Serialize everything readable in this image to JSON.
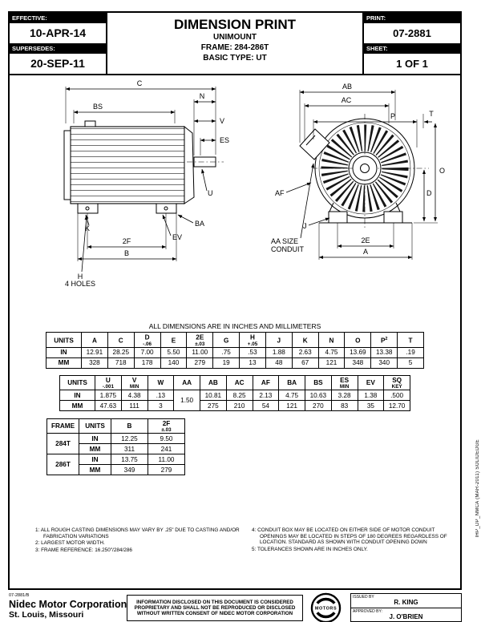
{
  "header": {
    "effective_label": "EFFECTIVE:",
    "effective_date": "10-APR-14",
    "supersedes_label": "SUPERSEDES:",
    "supersedes_date": "20-SEP-11",
    "title": "DIMENSION PRINT",
    "subtitle": "UNIMOUNT",
    "frame_line": "FRAME: 284-286T",
    "type_line": "BASIC TYPE: UT",
    "print_label": "PRINT:",
    "print_number": "07-2881",
    "sheet_label": "SHEET:",
    "sheet_value": "1 OF 1"
  },
  "drawing": {
    "side": {
      "c": "C",
      "bs": "BS",
      "n": "N",
      "v": "V",
      "es": "ES",
      "u": "U",
      "k": "K",
      "ba": "BA",
      "ev": "EV",
      "f2": "2F",
      "b": "B",
      "h": "H",
      "holes": "4 HOLES"
    },
    "front": {
      "ab": "AB",
      "ac": "AC",
      "p": "P",
      "t": "T",
      "o": "O",
      "d": "D",
      "af": "AF",
      "j": "J",
      "aa1": "AA SIZE",
      "aa2": "CONDUIT",
      "e2": "2E",
      "a": "A"
    }
  },
  "tables": {
    "caption": "ALL DIMENSIONS ARE IN INCHES AND MILLIMETERS",
    "t1": {
      "headers": [
        {
          "l": "UNITS",
          "s": ""
        },
        {
          "l": "A",
          "s": ""
        },
        {
          "l": "C",
          "s": ""
        },
        {
          "l": "D",
          "s": "-.06"
        },
        {
          "l": "E",
          "s": ""
        },
        {
          "l": "2E",
          "s": "±.03"
        },
        {
          "l": "G",
          "s": ""
        },
        {
          "l": "H",
          "s": "+.05"
        },
        {
          "l": "J",
          "s": ""
        },
        {
          "l": "K",
          "s": ""
        },
        {
          "l": "N",
          "s": ""
        },
        {
          "l": "O",
          "s": ""
        },
        {
          "l": "P",
          "s": "",
          "sup": "2"
        },
        {
          "l": "T",
          "s": ""
        }
      ],
      "in": [
        "IN",
        "12.91",
        "28.25",
        "7.00",
        "5.50",
        "11.00",
        ".75",
        ".53",
        "1.88",
        "2.63",
        "4.75",
        "13.69",
        "13.38",
        ".19"
      ],
      "mm": [
        "MM",
        "328",
        "718",
        "178",
        "140",
        "279",
        "19",
        "13",
        "48",
        "67",
        "121",
        "348",
        "340",
        "5"
      ]
    },
    "t2": {
      "headers": [
        {
          "l": "UNITS",
          "s": ""
        },
        {
          "l": "U",
          "s": "-.001"
        },
        {
          "l": "V",
          "s": "MIN"
        },
        {
          "l": "W",
          "s": ""
        },
        {
          "l": "AA",
          "s": ""
        },
        {
          "l": "AB",
          "s": ""
        },
        {
          "l": "AC",
          "s": ""
        },
        {
          "l": "AF",
          "s": ""
        },
        {
          "l": "BA",
          "s": ""
        },
        {
          "l": "BS",
          "s": ""
        },
        {
          "l": "ES",
          "s": "MIN"
        },
        {
          "l": "EV",
          "s": ""
        },
        {
          "l": "SQ",
          "s": "KEY"
        }
      ],
      "aa": "1.50",
      "in": [
        "IN",
        "1.875",
        "4.38",
        ".13",
        "10.81",
        "8.25",
        "2.13",
        "4.75",
        "10.63",
        "3.28",
        "1.38",
        ".500"
      ],
      "mm": [
        "MM",
        "47.63",
        "111",
        "3",
        "275",
        "210",
        "54",
        "121",
        "270",
        "83",
        "35",
        "12.70"
      ]
    },
    "t3": {
      "headers": [
        {
          "l": "FRAME",
          "s": ""
        },
        {
          "l": "UNITS",
          "s": ""
        },
        {
          "l": "B",
          "s": ""
        },
        {
          "l": "2F",
          "s": "±.03"
        }
      ],
      "in_label": "IN",
      "mm_label": "MM",
      "rows": [
        {
          "frame": "284T",
          "in_b": "12.25",
          "in_2f": "9.50",
          "mm_b": "311",
          "mm_2f": "241"
        },
        {
          "frame": "286T",
          "in_b": "13.75",
          "in_2f": "11.00",
          "mm_b": "349",
          "mm_2f": "279"
        }
      ]
    }
  },
  "notes": {
    "left": [
      {
        "num": "1:",
        "text": "ALL ROUGH CASTING DIMENSIONS MAY VARY BY .25\" DUE TO CASTING AND/OR FABRICATION VARIATIONS"
      },
      {
        "num": "2:",
        "text": "LARGEST MOTOR WIDTH."
      },
      {
        "num": "3:",
        "text": "FRAME REFERENCE: 16.250\"/284/286"
      }
    ],
    "right": [
      {
        "num": "4:",
        "text": "CONDUIT BOX MAY BE LOCATED ON EITHER SIDE OF MOTOR CONDUIT OPENINGS MAY BE LOCATED IN STEPS OF 180 DEGREES REGARDLESS OF LOCATION. STANDARD AS SHOWN WITH CONDUIT OPENING DOWN"
      },
      {
        "num": "5:",
        "text": "TOLERANCES SHOWN ARE IN INCHES ONLY."
      }
    ]
  },
  "footer": {
    "doc_ref": "07-2881/B",
    "company_name": "Nidec Motor Corporation",
    "company_city": "St. Louis, Missouri",
    "disclaimer": "INFORMATION DISCLOSED ON THIS DOCUMENT IS CONSIDERED PROPRIETARY AND SHALL NOT BE REPRODUCED OR DISCLOSED WITHOUT WRITTEN CONSENT OF NIDEC MOTOR CORPORATION",
    "logo_text": "MOTORS",
    "issued_by_label": "ISSUED BY",
    "issued_by": "R. KING",
    "approved_by_label": "APPROVED BY:",
    "approved_by": "J. O'BRIEN",
    "side_note": "IHP_DP_NMCA (MAR-2011) SOLIDEDGE"
  }
}
